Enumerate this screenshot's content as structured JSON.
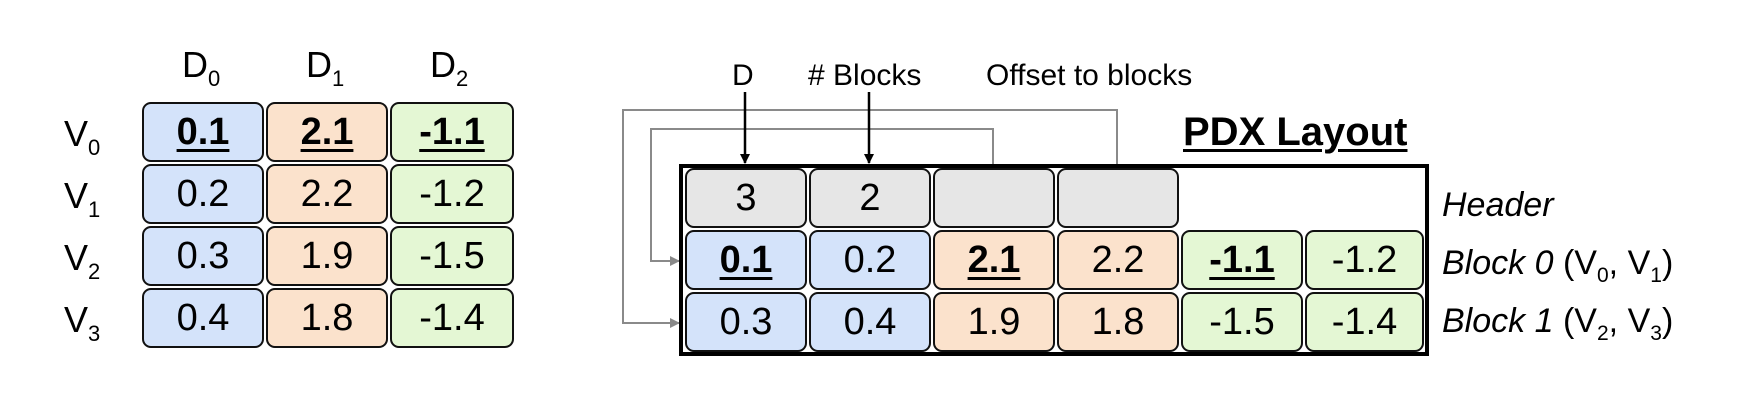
{
  "left_table": {
    "columns": [
      {
        "base": "D",
        "sub": "0"
      },
      {
        "base": "D",
        "sub": "1"
      },
      {
        "base": "D",
        "sub": "2"
      }
    ],
    "rows": [
      {
        "base": "V",
        "sub": "0"
      },
      {
        "base": "V",
        "sub": "1"
      },
      {
        "base": "V",
        "sub": "2"
      },
      {
        "base": "V",
        "sub": "3"
      }
    ],
    "cells": [
      [
        "0.1",
        "2.1",
        "-1.1"
      ],
      [
        "0.2",
        "2.2",
        "-1.2"
      ],
      [
        "0.3",
        "1.9",
        "-1.5"
      ],
      [
        "0.4",
        "1.8",
        "-1.4"
      ]
    ],
    "column_colors": [
      "#d4e3fa",
      "#fbe2cc",
      "#e4f7d4"
    ]
  },
  "pdx": {
    "title": "PDX Layout",
    "header_labels": {
      "d": "D",
      "blocks": "# Blocks",
      "offset": "Offset to blocks"
    },
    "header_values": [
      "3",
      "2"
    ],
    "row_labels": {
      "header": "Header",
      "block0_name": "Block 0",
      "block1_name": "Block 1",
      "block0_vectors": [
        {
          "base": "V",
          "sub": "0"
        },
        {
          "base": "V",
          "sub": "1"
        }
      ],
      "block1_vectors": [
        {
          "base": "V",
          "sub": "2"
        },
        {
          "base": "V",
          "sub": "3"
        }
      ]
    },
    "block0": [
      "0.1",
      "0.2",
      "2.1",
      "2.2",
      "-1.1",
      "-1.2"
    ],
    "block1": [
      "0.3",
      "0.4",
      "1.9",
      "1.8",
      "-1.5",
      "-1.4"
    ]
  }
}
